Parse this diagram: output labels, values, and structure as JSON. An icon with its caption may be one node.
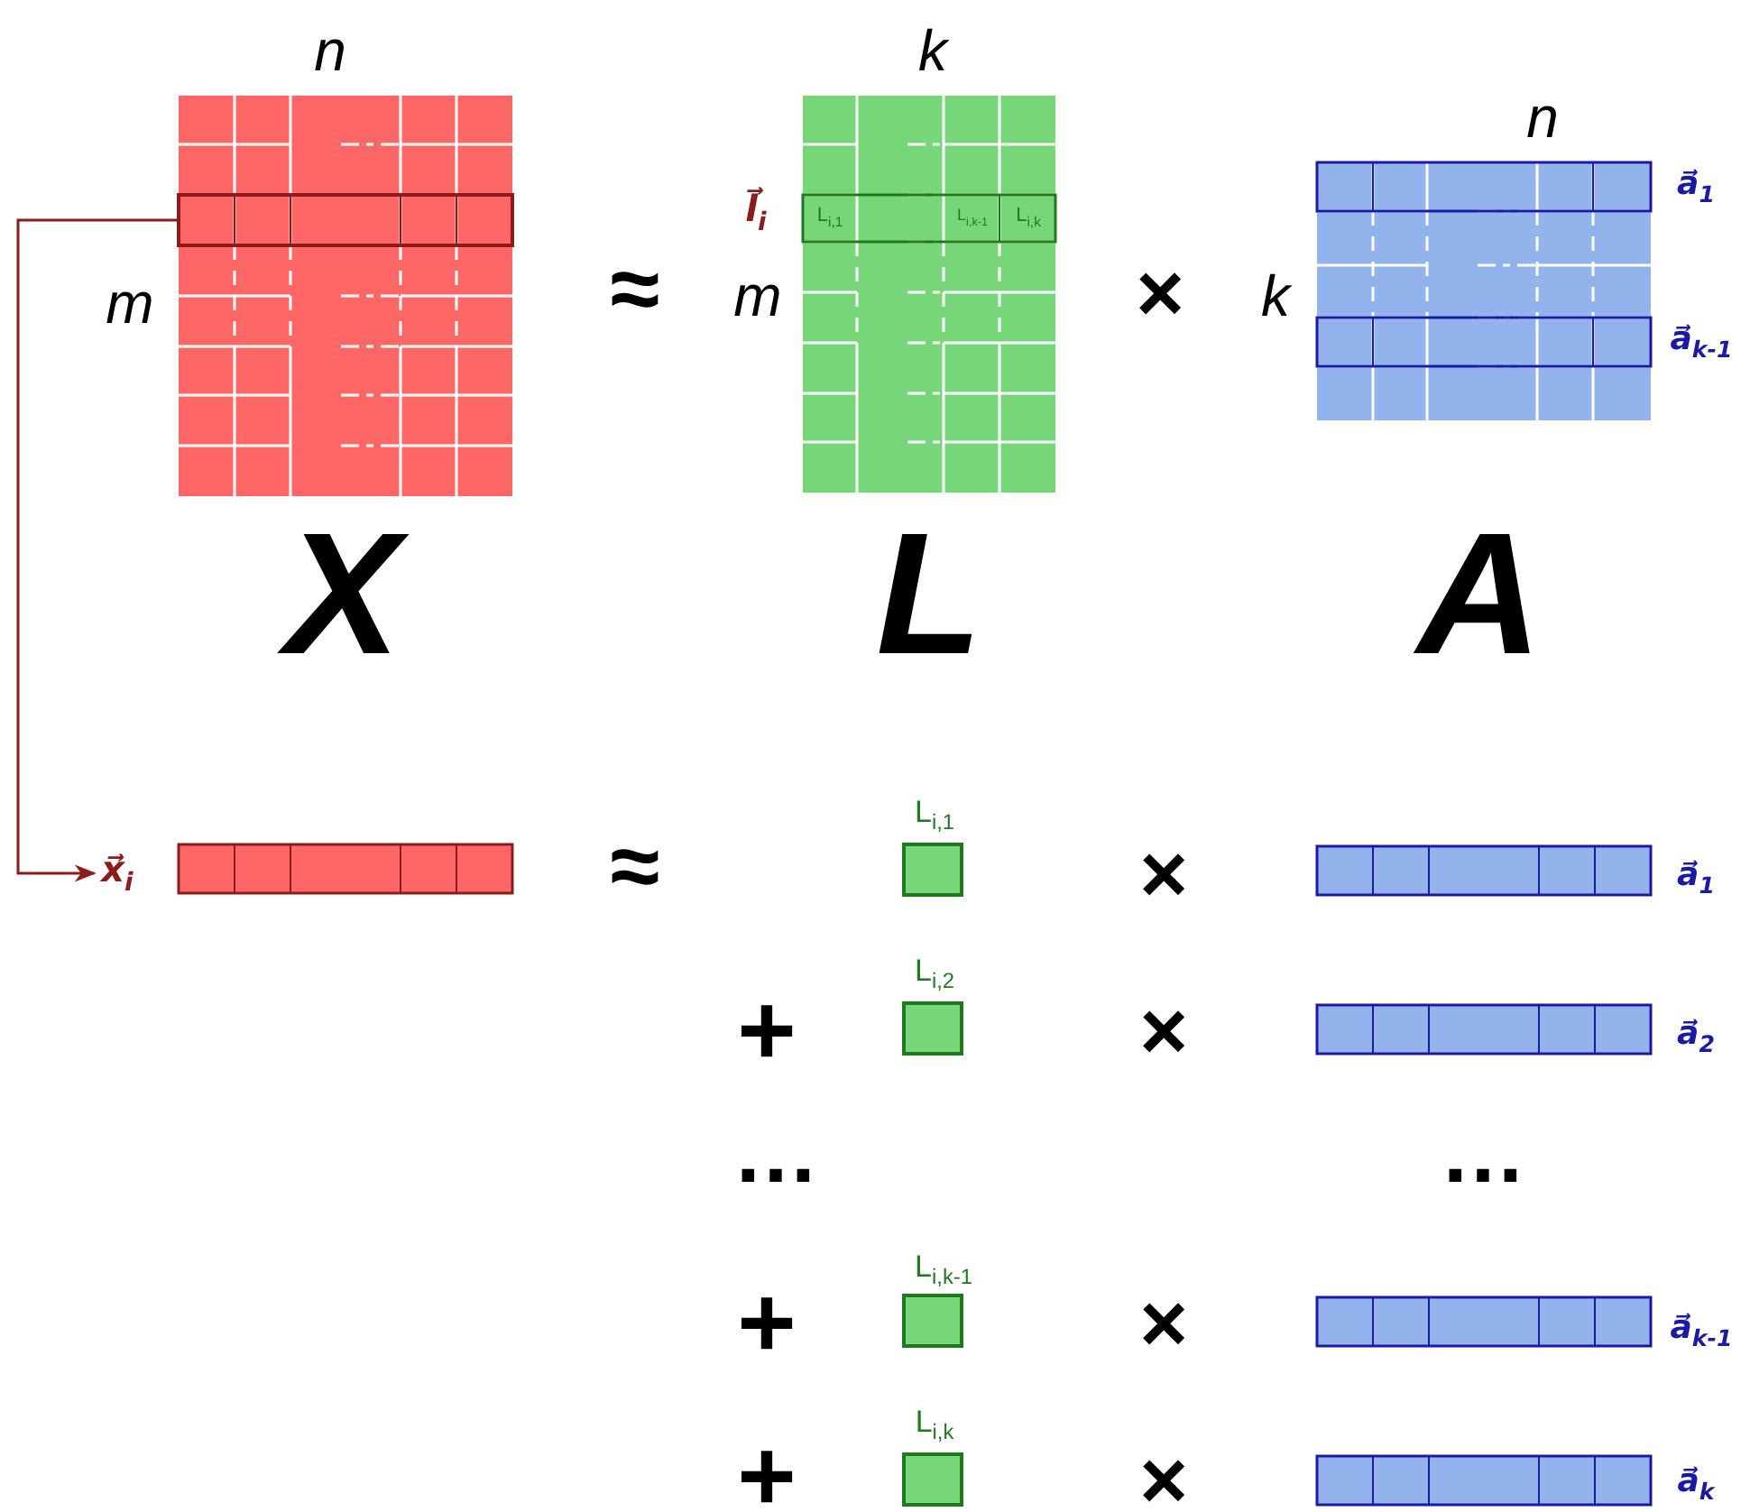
{
  "diagram": {
    "nodes": [
      {
        "text": [],
        "shape": "bar"
      },
      {
        "text": [
          "x⃗$_{i}$"
        ]
      }
    ],
    "edges": [
      {
        "from": 0,
        "to": 1,
        "arrow": "to",
        "color": "#8b1c1c"
      }
    ],
    "labels": [
      "n",
      "k",
      "n",
      "a⃗$_{1}$",
      "l⃗$_{i}$",
      "L$_{i,1}$",
      "L$_{i,k-1}$",
      "L$_{i,k}$",
      "m",
      "≈",
      "m",
      "×",
      "k",
      "a⃗$_{k-1}$",
      "X",
      "L",
      "A",
      "≈",
      "L$_{i,1}$",
      "×",
      "a⃗$_{1}$",
      "L$_{i,2}$",
      "+",
      "×",
      "a⃗$_{2}$",
      "…",
      "…",
      "L$_{i,k-1}$",
      "+",
      "×",
      "a⃗$_{k-1}$",
      "L$_{i,k}$",
      "+",
      "×",
      "a⃗$_{k}$"
    ]
  }
}
